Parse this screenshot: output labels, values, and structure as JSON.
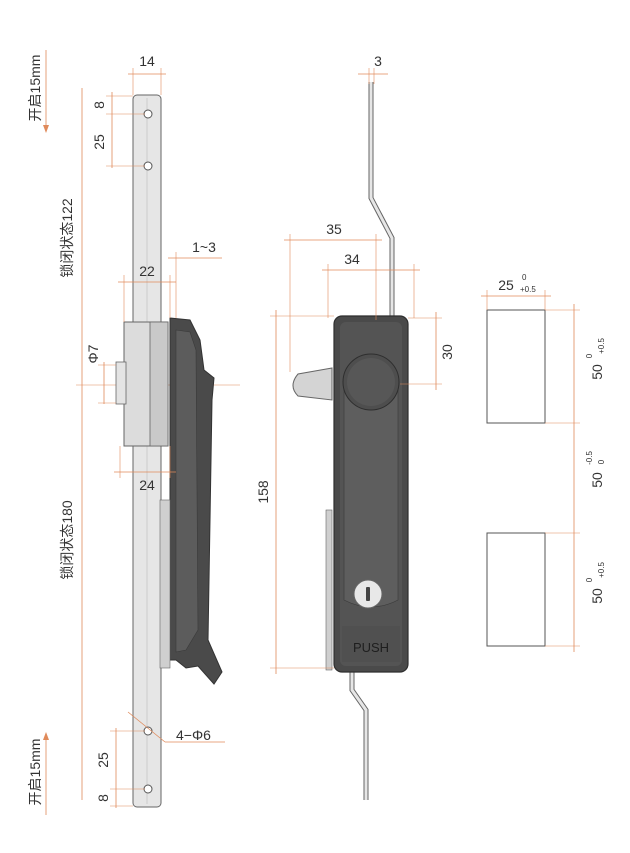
{
  "side_view": {
    "top_open_label": "开启15mm",
    "bottom_open_label": "开启15mm",
    "locked_top_label": "锁闭状态122",
    "locked_bottom_label": "锁闭状态180",
    "dim_width": "14",
    "dim_top_8": "8",
    "dim_top_25": "25",
    "dim_gap": "1~3",
    "dim_22": "22",
    "dim_phi7": "Φ7",
    "dim_24": "24",
    "dim_holes": "4−Φ6",
    "dim_bottom_25": "25",
    "dim_bottom_8": "8"
  },
  "front_view": {
    "dim_rod": "3",
    "dim_35": "35",
    "dim_34": "34",
    "dim_30": "30",
    "dim_158": "158",
    "push_label": "PUSH"
  },
  "cutout": {
    "width": "25",
    "width_tol": "+0.5",
    "width_tol_low": "0",
    "height_top": "50",
    "height_top_tol_up": "0",
    "height_top_tol_low": "+0.5",
    "height_mid": "50",
    "height_mid_tol_up": "-0.5",
    "height_mid_tol_low": "0",
    "height_bottom": "50",
    "height_bottom_tol_up": "0",
    "height_bottom_tol_low": "+0.5"
  },
  "colors": {
    "dimension_line": "#e08a5a",
    "handle_body": "#4a4a4a",
    "metal": "#d8d8d8"
  }
}
